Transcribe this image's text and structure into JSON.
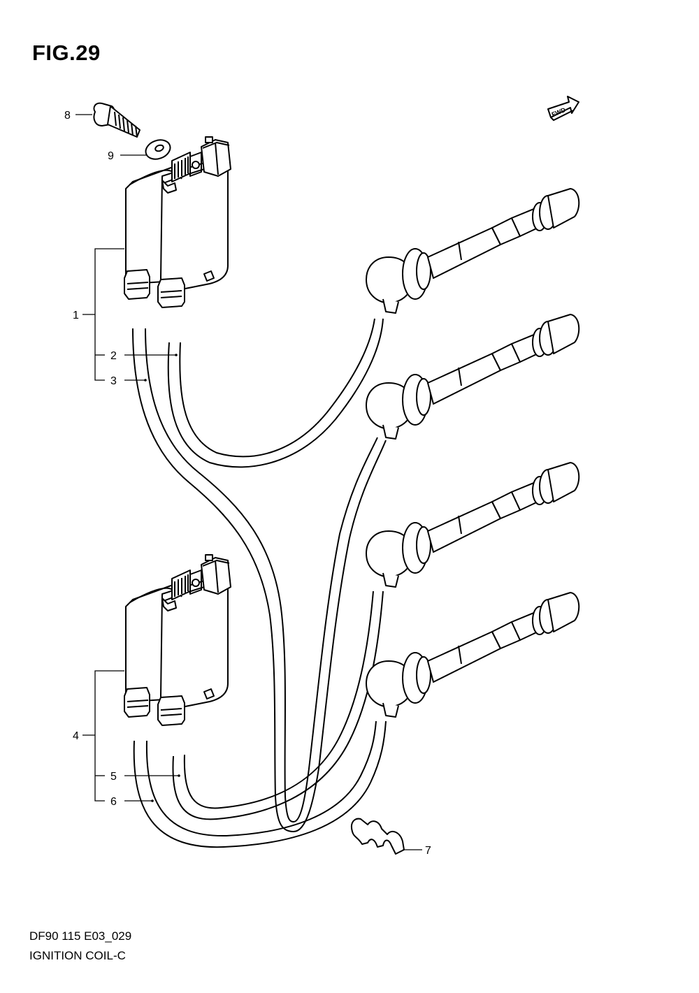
{
  "figure": {
    "title": "FIG.29"
  },
  "footer": {
    "code": "DF90 115 E03_029",
    "name": "IGNITION COIL-C"
  },
  "fwd_label": "FWD",
  "callouts": [
    {
      "name": "callout-1",
      "label": "1"
    },
    {
      "name": "callout-2",
      "label": "2"
    },
    {
      "name": "callout-3",
      "label": "3"
    },
    {
      "name": "callout-4",
      "label": "4"
    },
    {
      "name": "callout-5",
      "label": "5"
    },
    {
      "name": "callout-6",
      "label": "6"
    },
    {
      "name": "callout-7",
      "label": "7"
    },
    {
      "name": "callout-8",
      "label": "8"
    },
    {
      "name": "callout-9",
      "label": "9"
    }
  ]
}
